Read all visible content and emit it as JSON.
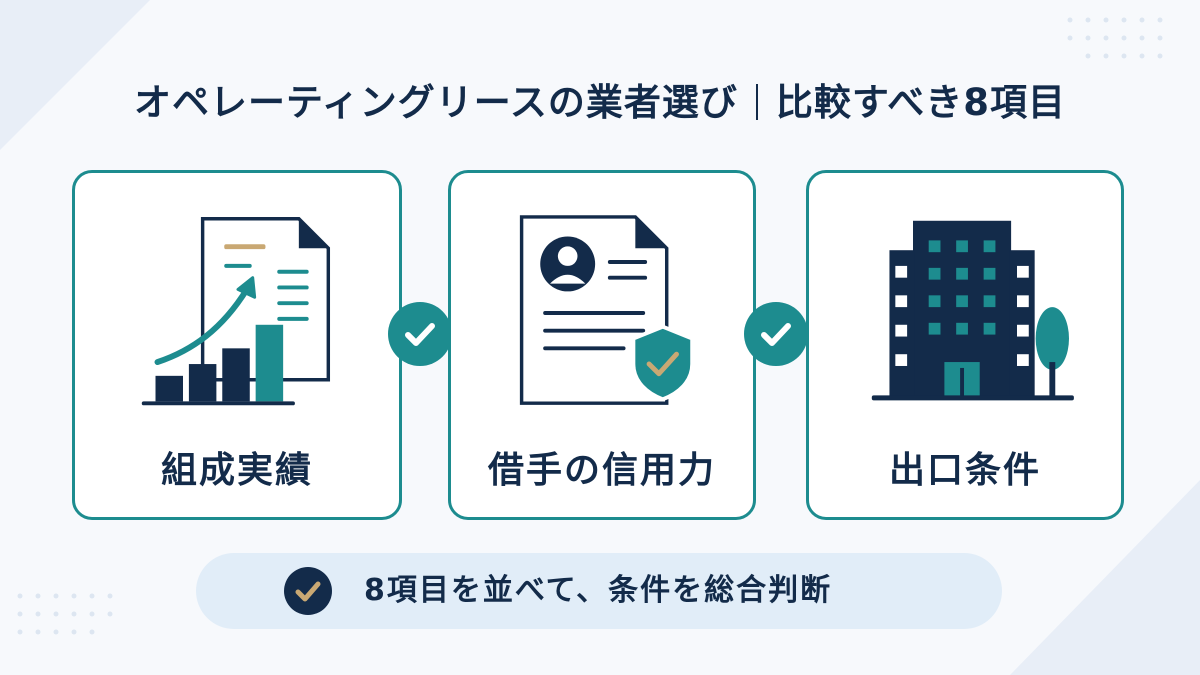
{
  "title": {
    "left": "オペレーティングリースの業者選び",
    "right": "比較すべき8項目"
  },
  "cards": [
    {
      "label": "組成実績",
      "icon": "growth-chart-document-icon"
    },
    {
      "label": "借手の信用力",
      "icon": "profile-document-shield-icon"
    },
    {
      "label": "出口条件",
      "icon": "office-building-icon"
    }
  ],
  "connectors": [
    "check-icon",
    "check-icon"
  ],
  "summary": {
    "text": "8項目を並べて、条件を総合判断",
    "icon": "check-icon"
  },
  "colors": {
    "navy": "#132b4a",
    "teal": "#1d8c8f",
    "gold": "#c9a873",
    "summary_bg": "#e1edf8"
  }
}
